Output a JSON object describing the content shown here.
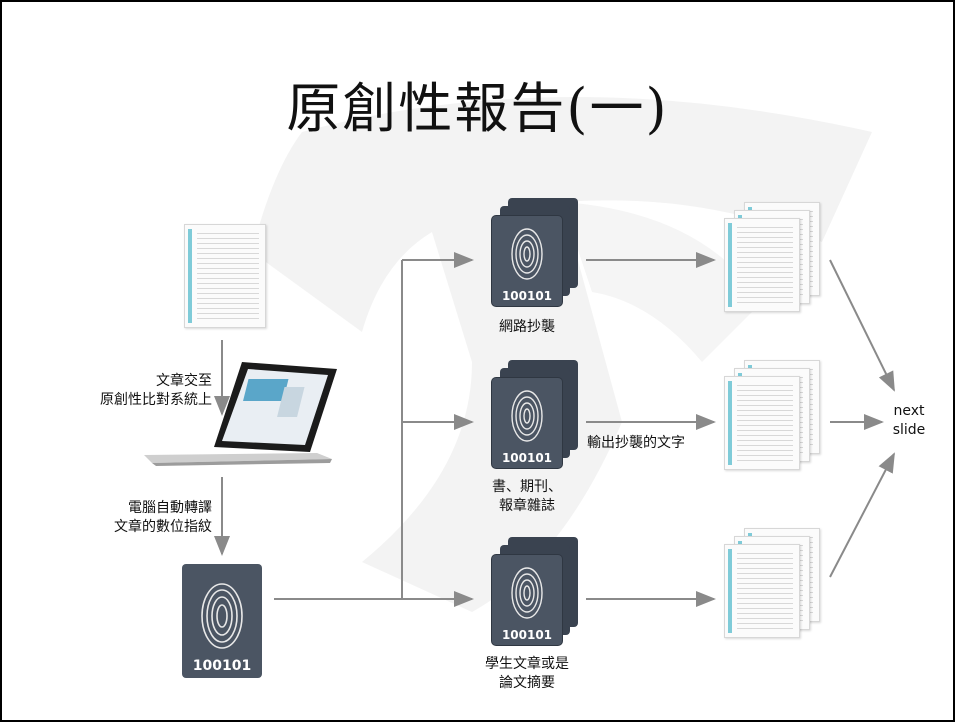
{
  "title": "原創性報告(一)",
  "labels": {
    "submit_line1": "文章交至",
    "submit_line2": "原創性比對系統上",
    "fingerprint_line1": "電腦自動轉譯",
    "fingerprint_line2": "文章的數位指紋",
    "source_web": "網路抄襲",
    "source_books_line1": "書、期刊、",
    "source_books_line2": "報章雜誌",
    "source_students_line1": "學生文章或是",
    "source_students_line2": "論文摘要",
    "output": "輸出抄襲的文字",
    "next_line1": "next",
    "next_line2": "slide"
  },
  "fingerprint_code": "100101",
  "colors": {
    "card": "#4b5563",
    "arrow": "#8a8a8a",
    "doc_accent": "#7fcbd8",
    "watermark": "#f3f3f3"
  },
  "icons": [
    "document-icon",
    "laptop-icon",
    "fingerprint-icon"
  ]
}
